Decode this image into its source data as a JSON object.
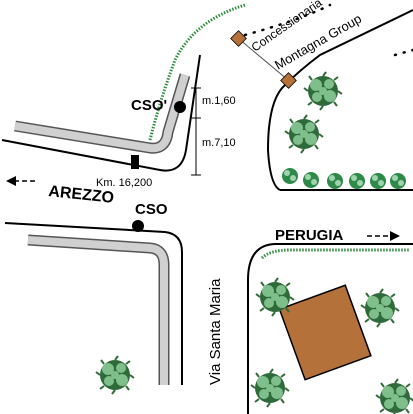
{
  "places": {
    "arezzo": "AREZZO",
    "perugia": "PERUGIA",
    "street": "Via Santa Maria",
    "dealer_line1": "Concessionaria",
    "dealer_line2": "Montagna Group"
  },
  "markers": {
    "cso_prime": "CSO'",
    "cso": "CSO"
  },
  "measures": {
    "upper": "m.1,60",
    "lower": "m.7,10",
    "km": "Km. 16,200"
  },
  "colors": {
    "road_edge": "#000000",
    "lane": "#d0d0d0",
    "lane_border": "#555555",
    "hedge": "#2e8b3e",
    "tree_dark": "#2f6b3a",
    "tree_light": "#7fbf8c",
    "building": "#b5713a",
    "post": "#b5713a"
  },
  "icons": [
    "left-arrow-icon",
    "right-arrow-icon",
    "tree-icon",
    "building-icon"
  ]
}
